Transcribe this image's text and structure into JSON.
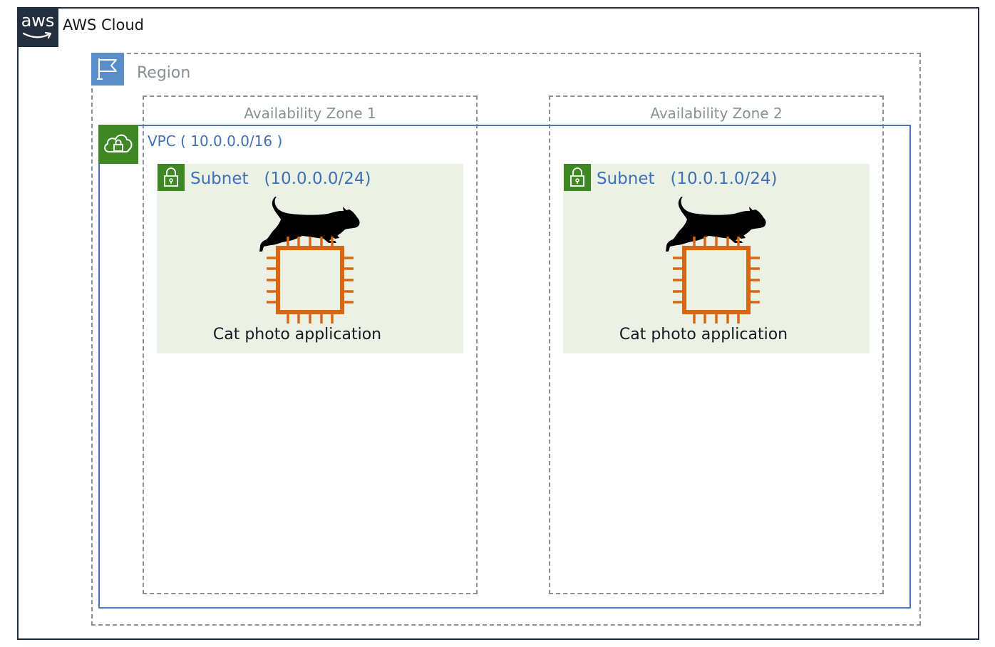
{
  "cloud": {
    "logo_text": "aws",
    "title": "AWS Cloud"
  },
  "region": {
    "title": "Region"
  },
  "availability_zones": [
    {
      "title": "Availability Zone 1"
    },
    {
      "title": "Availability Zone 2"
    }
  ],
  "vpc": {
    "title": "VPC  ( 10.0.0.0/16 )"
  },
  "subnets": [
    {
      "title": "Subnet   (10.0.0.0/24)",
      "app_label": "Cat photo application"
    },
    {
      "title": "Subnet   (10.0.1.0/24)",
      "app_label": "Cat photo application"
    }
  ],
  "icons": {
    "aws_logo": "aws-logo-icon",
    "region": "flag-icon",
    "vpc": "cloud-lock-icon",
    "subnet": "padlock-icon",
    "instance": "ec2-instance-chip-icon",
    "cat": "cat-silhouette-icon"
  },
  "colors": {
    "cloud_border": "#232f3e",
    "region_border": "#879196",
    "region_icon": "#5b8dc9",
    "vpc_border": "#4f75b9",
    "vpc_green": "#3f8624",
    "subnet_fill": "#ecf1e6",
    "title_blue": "#3f6fb5",
    "instance_orange": "#d86613"
  }
}
